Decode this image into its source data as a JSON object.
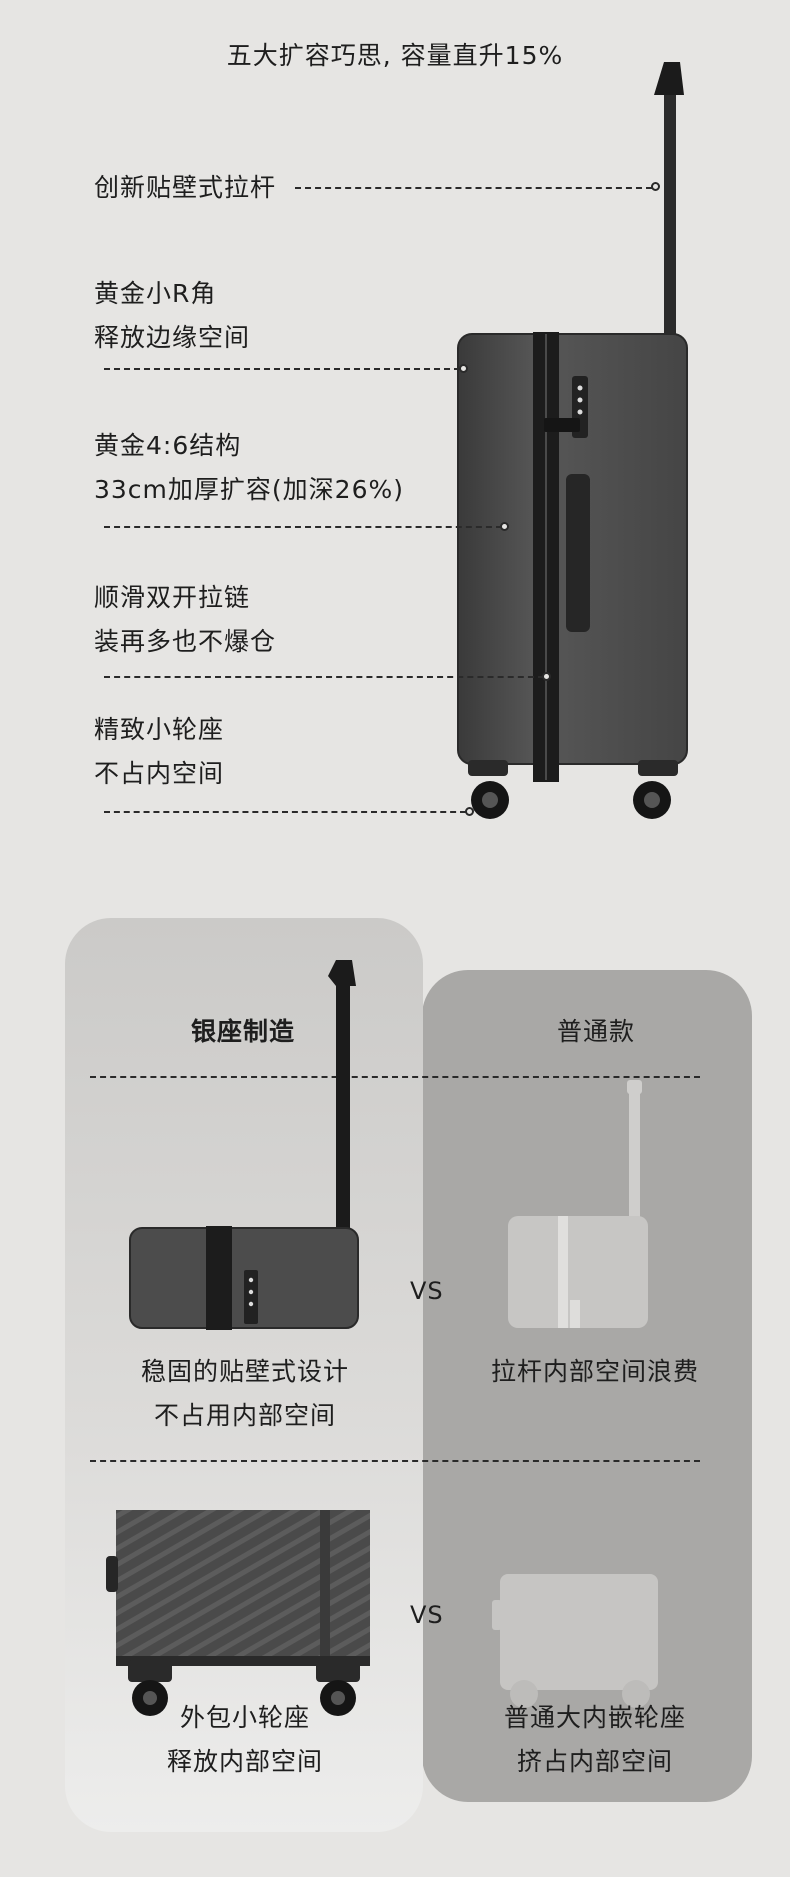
{
  "title": "五大扩容巧思, 容量直升15%",
  "features": [
    {
      "lines": [
        "创新贴壁式拉杆"
      ]
    },
    {
      "lines": [
        "黄金小R角",
        "释放边缘空间"
      ]
    },
    {
      "lines": [
        "黄金4:6结构",
        "33cm加厚扩容(加深26%)"
      ]
    },
    {
      "lines": [
        "顺滑双开拉链",
        "装再多也不爆仓"
      ]
    },
    {
      "lines": [
        "精致小轮座",
        "不占内空间"
      ]
    }
  ],
  "compare": {
    "left_header": "银座制造",
    "right_header": "普通款",
    "vs_label": "VS",
    "row1": {
      "left_caption": [
        "稳固的贴壁式设计",
        "不占用内部空间"
      ],
      "right_caption": [
        "拉杆内部空间浪费"
      ]
    },
    "row2": {
      "left_caption": [
        "外包小轮座",
        "释放内部空间"
      ],
      "right_caption": [
        "普通大内嵌轮座",
        "挤占内部空间"
      ]
    }
  },
  "colors": {
    "background": "#e6e5e3",
    "suitcase": "#4b4b4b",
    "panel_right": "#a9a8a6",
    "ghost": "#c6c5c3"
  }
}
